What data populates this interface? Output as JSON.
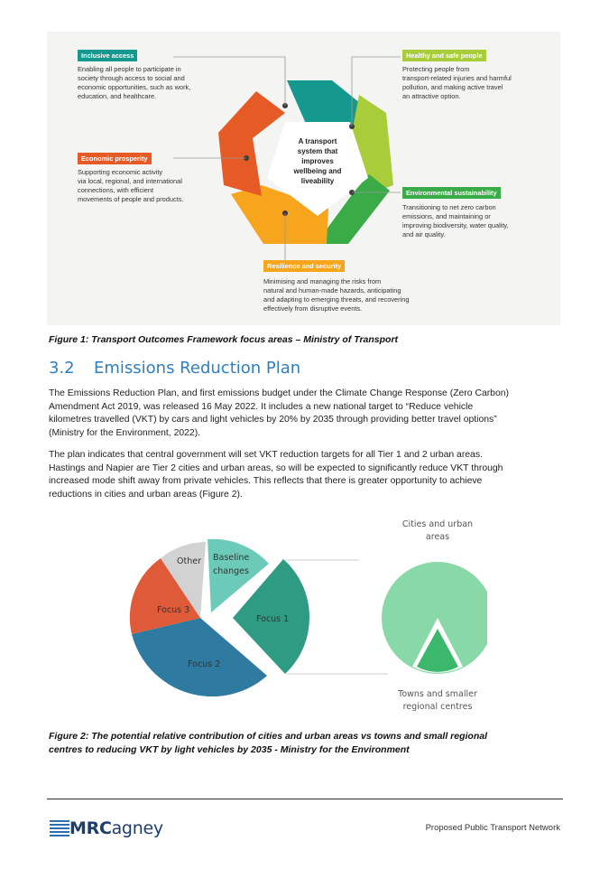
{
  "figure1": {
    "center_text": [
      "A transport",
      "system that",
      "improves",
      "wellbeing and",
      "liveability"
    ],
    "areas": [
      {
        "title": "Inclusive access",
        "color": "#15998f",
        "description": [
          "Enabling all people to participate in",
          "society through access to social and",
          "economic opportunities, such as work,",
          "education, and healthcare."
        ]
      },
      {
        "title": "Healthy and safe people",
        "color": "#a9cc3a",
        "description": [
          "Protecting people from",
          "transport-related injuries and harmful",
          "pollution, and making active travel",
          "an attractive option."
        ]
      },
      {
        "title": "Economic prosperity",
        "color": "#e65a25",
        "description": [
          "Supporting economic activity",
          "via local, regional, and international",
          "connections, with efficient",
          "movements of people and products."
        ]
      },
      {
        "title": "Environmental sustainability",
        "color": "#3aab47",
        "description": [
          "Transitioning to net zero carbon",
          "emissions, and maintaining or",
          "improving biodiversity, water quality,",
          "and air quality."
        ]
      },
      {
        "title": "Resilience and security",
        "color": "#f6a51c",
        "description": [
          "Minimising and managing the risks from",
          "natural and human-made hazards, anticipating",
          "and adapting to emerging threats, and recovering",
          "effectively from disruptive events."
        ]
      }
    ],
    "caption": "Figure 1: Transport Outcomes Framework focus areas – Ministry of Transport"
  },
  "section": {
    "number": "3.2",
    "title": "Emissions Reduction Plan",
    "paragraphs": [
      [
        "The Emissions Reduction Plan, and first emissions budget under the Climate Change Response (Zero Carbon)",
        "Amendment Act 2019, was released 16 May 2022. It includes a new national target to “Reduce vehicle",
        "kilometres travelled (VKT) by cars and light vehicles by 20% by 2035 through providing better travel options”",
        "(Ministry for the Environment, 2022)."
      ],
      [
        "The plan indicates that central government will set VKT reduction targets for all Tier 1 and 2 urban areas.",
        "Hastings and Napier are Tier 2 cities and urban areas, so will be expected to significantly reduce VKT through",
        "increased mode shift away from private vehicles. This reflects that there is greater opportunity to achieve",
        "reductions in cities and urban areas (Figure 2)."
      ]
    ]
  },
  "figure2": {
    "slices": [
      {
        "label": "Baseline changes",
        "lines": [
          "Baseline",
          "changes"
        ],
        "color": "#6ccbb8"
      },
      {
        "label": "Focus 1",
        "lines": [
          "Focus 1"
        ],
        "color": "#2e9b82"
      },
      {
        "label": "Focus 2",
        "lines": [
          "Focus 2"
        ],
        "color": "#2f7aa0"
      },
      {
        "label": "Focus 3",
        "lines": [
          "Focus 3"
        ],
        "color": "#df5a38"
      },
      {
        "label": "Other",
        "lines": [
          "Other"
        ],
        "color": "#d2d2d2"
      }
    ],
    "cities_label": [
      "Cities and urban",
      "areas"
    ],
    "towns_label": [
      "Towns and smaller",
      "regional centres"
    ],
    "cities_color": "#88d8a8",
    "towns_color": "#3cb86c",
    "caption": [
      "Figure 2: The potential relative contribution of cities and urban areas vs towns and small regional",
      "centres to reducing VKT by light vehicles by 2035 - Ministry for the Environment"
    ]
  },
  "footer": {
    "logo_bold": "MRC",
    "logo_light": "agney",
    "right_text": "Proposed Public Transport Network"
  }
}
